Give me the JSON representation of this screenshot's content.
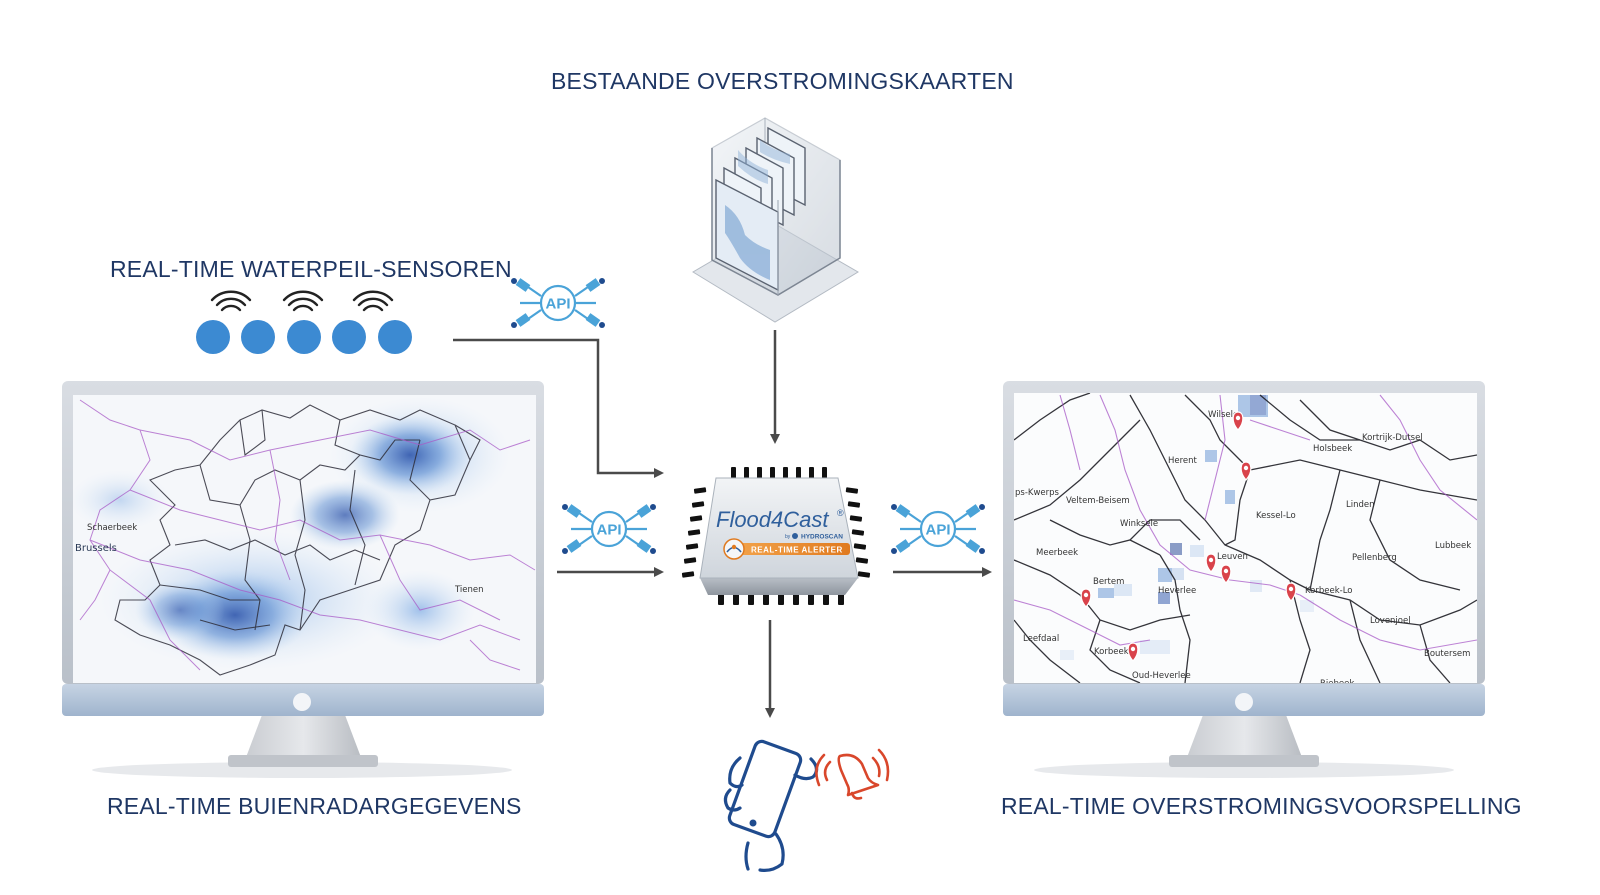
{
  "labels": {
    "existing_maps": "BESTAANDE OVERSTROMINGSKAARTEN",
    "sensors": "REAL-TIME WATERPEIL-SENSOREN",
    "radar": "REAL-TIME BUIENRADARGEGEVENS",
    "forecast": "REAL-TIME OVERSTROMINGSVOORSPELLING"
  },
  "api_label": "API",
  "chip": {
    "brand": "Flood4Cast",
    "registered": "®",
    "by": "by",
    "company": "HYDROSCAN",
    "badge": "REAL-TIME ALERTER"
  },
  "radar_map": {
    "places": {
      "schaerbeek": "Schaerbeek",
      "brussels": "Brussels",
      "tienen": "Tienen"
    }
  },
  "forecast_map": {
    "places": {
      "wilsele": "Wilsele",
      "herent": "Herent",
      "holsbeek": "Holsbeek",
      "kortrijk_dutsel": "Kortrijk-Dutsel",
      "kwerps": "ps-Kwerps",
      "veltem": "Veltem-Beisem",
      "winksele": "Winksele",
      "kessel_lo": "Kessel-Lo",
      "linden": "Linden",
      "lubbeek": "Lubbeek",
      "meerbeek": "Meerbeek",
      "leuven": "Leuven",
      "pellenberg": "Pellenberg",
      "bertem": "Bertem",
      "heverlee": "Heverlee",
      "korbeek_lo": "Korbeek-Lo",
      "lovenjoel": "Lovenjoel",
      "leefdaal": "Leefdaal",
      "korbeek": "Korbeek",
      "boutersem": "Boutersem",
      "oud_heverlee": "Oud-Heverlee",
      "riebeek": "Riebeek"
    }
  },
  "sensor_count": 5,
  "colors": {
    "title": "#1f3764",
    "sensor": "#3c8ad2",
    "api": "#4aa3d8",
    "arrow": "#4a4a4a",
    "alert": "#d9472b",
    "phone": "#1f4b8e",
    "chip_orange": "#e8892e"
  }
}
